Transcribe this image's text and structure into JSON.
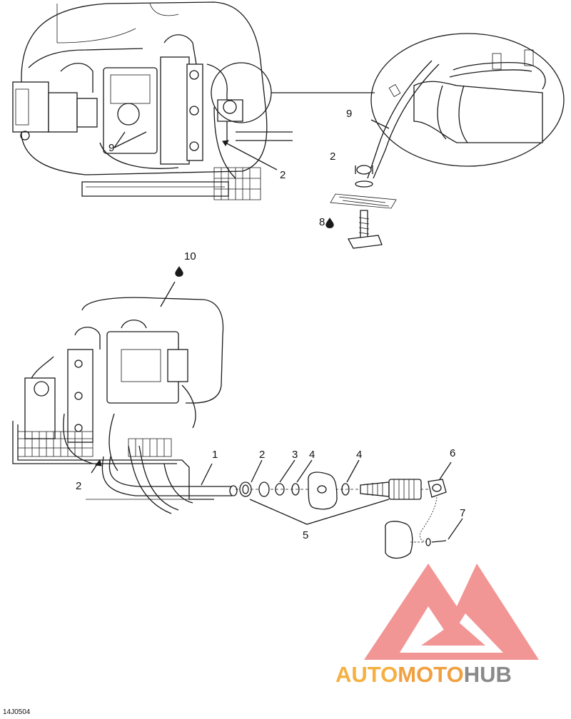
{
  "diagram": {
    "callouts": {
      "c1": "1",
      "c2_top": "2",
      "c2_detail": "2",
      "c2_bottom_left": "2",
      "c2_bottom": "2",
      "c3": "3",
      "c4_a": "4",
      "c4_b": "4",
      "c5": "5",
      "c6": "6",
      "c7": "7",
      "c8": "8",
      "c9_engine": "9",
      "c9_detail": "9",
      "c10": "10"
    },
    "reference_code": "14J0504"
  },
  "watermark": {
    "text_part1": "AUTO",
    "text_part2": "MOTO",
    "text_part3": "HUB",
    "colors": {
      "part1": "#f5b041",
      "part2": "#f0a040",
      "part3": "#8a8a8a",
      "triangle": "#f08080"
    }
  }
}
